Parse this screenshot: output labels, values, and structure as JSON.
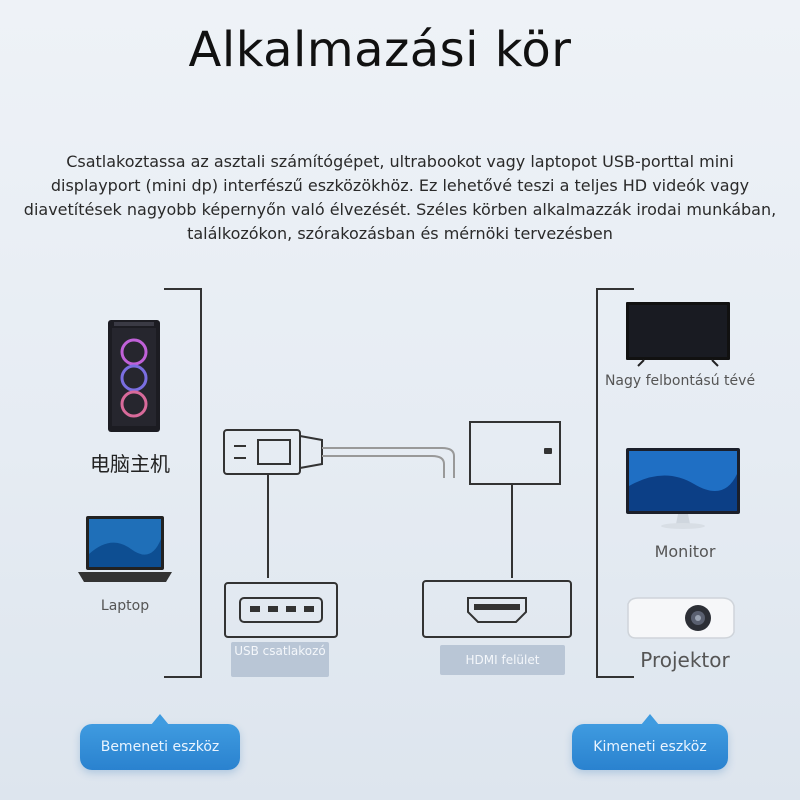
{
  "title": "Alkalmazási kör",
  "description": "Csatlakoztassa az asztali számítógépet, ultrabookot vagy laptopot USB-porttal mini displayport (mini dp) interfészű eszközökhöz. Ez lehetővé teszi a teljes HD videók vagy diavetítések nagyobb képernyőn való élvezését. Széles körben alkalmazzák irodai munkában, találkozókon, szórakozásban és mérnöki tervezésben",
  "inputs": {
    "desktop_label": "电脑主机",
    "laptop_label": "Laptop"
  },
  "outputs": {
    "tv_label": "Nagy felbontású tévé",
    "monitor_label": "Monitor",
    "projector_label": "Projektor"
  },
  "ports": {
    "usb_label": "USB csatlakozó",
    "hdmi_label": "HDMI felület"
  },
  "buttons": {
    "input_label": "Bemeneti eszköz",
    "output_label": "Kimeneti eszköz"
  },
  "colors": {
    "accent": "#2a82cf",
    "tag": "#b9c6d6"
  }
}
